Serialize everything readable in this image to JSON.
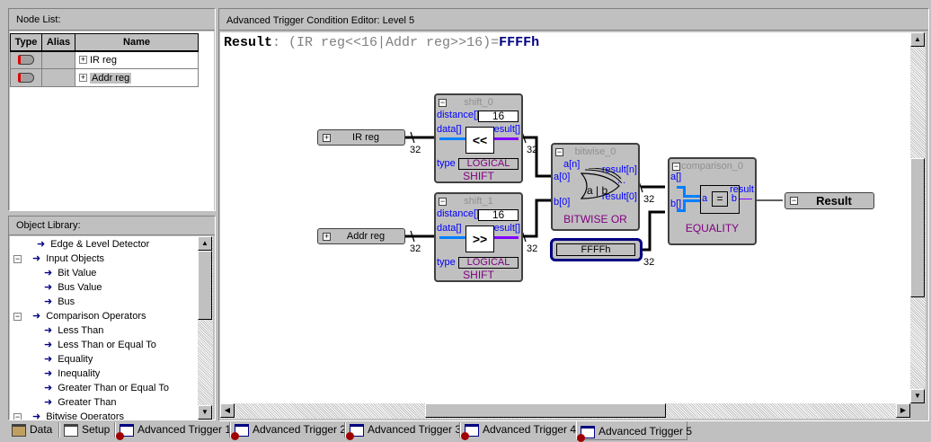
{
  "node_list": {
    "title": "Node List:",
    "columns": [
      "Type",
      "Alias",
      "Name"
    ],
    "rows": [
      {
        "type_icon": "input-node-icon",
        "alias": "",
        "name": "IR reg",
        "expand": "+"
      },
      {
        "type_icon": "input-node-icon",
        "alias": "",
        "name": "Addr reg",
        "expand": "+"
      }
    ]
  },
  "object_library": {
    "title": "Object Library:",
    "items": [
      {
        "label": "Edge & Level Detector",
        "level": 0,
        "expand": ""
      },
      {
        "label": "Input Objects",
        "level": 0,
        "expand": "−"
      },
      {
        "label": "Bit Value",
        "level": 1,
        "expand": ""
      },
      {
        "label": "Bus Value",
        "level": 1,
        "expand": ""
      },
      {
        "label": "Bus",
        "level": 1,
        "expand": ""
      },
      {
        "label": "Comparison Operators",
        "level": 0,
        "expand": "−"
      },
      {
        "label": "Less Than",
        "level": 1,
        "expand": ""
      },
      {
        "label": "Less Than or Equal To",
        "level": 1,
        "expand": ""
      },
      {
        "label": "Equality",
        "level": 1,
        "expand": ""
      },
      {
        "label": "Inequality",
        "level": 1,
        "expand": ""
      },
      {
        "label": "Greater Than or Equal To",
        "level": 1,
        "expand": ""
      },
      {
        "label": "Greater Than",
        "level": 1,
        "expand": ""
      },
      {
        "label": "Bitwise Operators",
        "level": 0,
        "expand": "−"
      }
    ]
  },
  "editor": {
    "title": "Advanced Trigger Condition Editor: Level 5",
    "expression": {
      "label": "Result",
      "colon": ":",
      "body": " (IR reg<<16|Addr reg>>16)=",
      "value": "FFFFh"
    },
    "inputs": [
      {
        "label": "IR reg",
        "expand": "+"
      },
      {
        "label": "Addr reg",
        "expand": "+"
      }
    ],
    "shift_blocks": [
      {
        "title": "shift_0",
        "distance_label": "distance[]",
        "distance": "16",
        "data_label": "data[]",
        "result_label": "result[]",
        "op": "<<",
        "type_label": "type",
        "type_value": "LOGICAL",
        "kind": "SHIFT"
      },
      {
        "title": "shift_1",
        "distance_label": "distance[]",
        "distance": "16",
        "data_label": "data[]",
        "result_label": "result[]",
        "op": ">>",
        "type_label": "type",
        "type_value": "LOGICAL",
        "kind": "SHIFT"
      }
    ],
    "bitwise_block": {
      "title": "bitwise_0",
      "a_n": "a[n]",
      "a_0": "a[0]",
      "b_0": "b[0]",
      "result_n": "result[n]",
      "result_0": "result[0]",
      "ellipsis": "...",
      "gate": "a | b",
      "kind": "BITWISE OR"
    },
    "constant": {
      "value": "FFFFh"
    },
    "comparison_block": {
      "title": "comparison_0",
      "a_label": "a[]",
      "b_label": "b[]",
      "result_label": "result",
      "a": "a",
      "op": "=",
      "b": "b",
      "kind": "EQUALITY"
    },
    "output": {
      "label": "Result",
      "expand": "−"
    },
    "bus_widths": [
      "32",
      "32",
      "32",
      "32",
      "32",
      "32"
    ]
  },
  "tabs": [
    {
      "label": "Data",
      "icon": "hammer-icon"
    },
    {
      "label": "Setup",
      "icon": "setup-icon"
    },
    {
      "label": "Advanced Trigger 1",
      "icon": "trigger-window-icon"
    },
    {
      "label": "Advanced Trigger 2",
      "icon": "trigger-window-icon"
    },
    {
      "label": "Advanced Trigger 3",
      "icon": "trigger-window-icon"
    },
    {
      "label": "Advanced Trigger 4",
      "icon": "trigger-window-icon"
    },
    {
      "label": "Advanced Trigger 5",
      "icon": "trigger-window-icon",
      "active": true
    }
  ],
  "colors": {
    "wire": "#000000",
    "blue_wire": "#0080ff",
    "purple_wire": "#8000ff",
    "label_blue": "#0000ff",
    "label_purple": "#800080",
    "value_navy": "#000080"
  }
}
